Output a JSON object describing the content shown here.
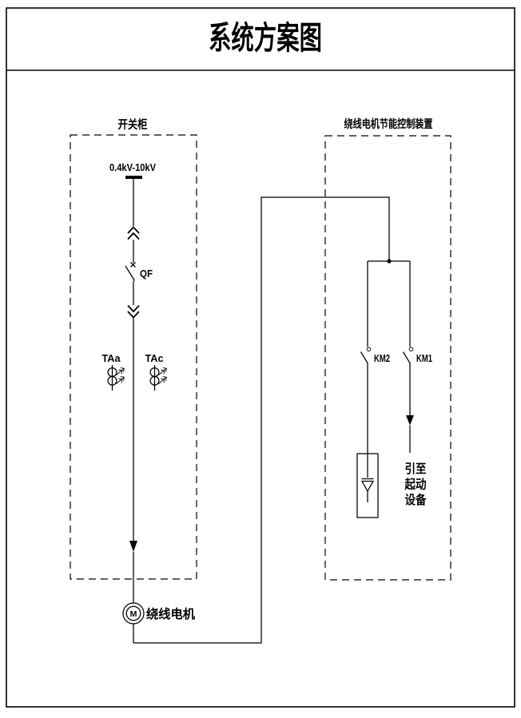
{
  "title": "系统方案图",
  "colors": {
    "line": "#000000",
    "background": "#ffffff"
  },
  "switchgear": {
    "label": "开关柜",
    "busbar_label": "0.4kV-10kV",
    "breaker_label": "QF",
    "ct_left_label": "TAa",
    "ct_right_label": "TAc"
  },
  "controller": {
    "label": "绕线电机节能控制装置",
    "km2_label": "KM2",
    "km1_label": "KM1",
    "lead_line1": "引至",
    "lead_line2": "起动",
    "lead_line3": "设备"
  },
  "motor": {
    "symbol": "M",
    "label": "绕线电机"
  }
}
